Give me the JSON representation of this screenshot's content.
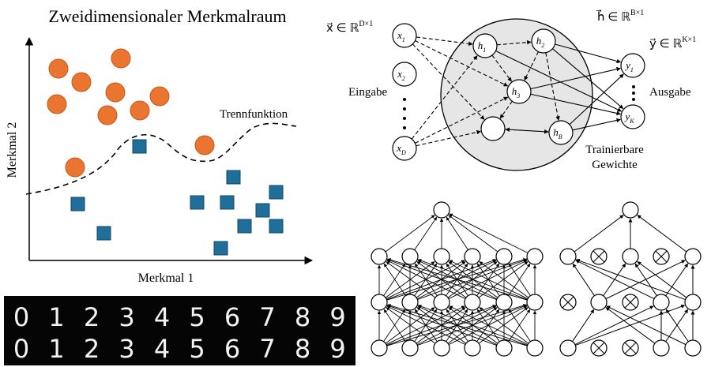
{
  "scatter": {
    "title": "Zweidimensionaler Merkmalraum",
    "xlabel": "Merkmal 1",
    "ylabel": "Merkmal 2",
    "boundary_label": "Trennfunktion",
    "colors": {
      "circle": "#ea7530",
      "square": "#1f6f9a"
    }
  },
  "network": {
    "input_label": "Eingabe",
    "output_label": "Ausgabe",
    "weights_label_line1": "Trainierbare",
    "weights_label_line2": "Gewichte",
    "x_var": "x⃗ ∈ ℝ",
    "x_dim": "D×1",
    "h_var": "h⃗ ∈ ℝ",
    "h_dim": "B×1",
    "y_var": "y⃗ ∈ ℝ",
    "y_dim": "K×1",
    "nodes": {
      "x1": "x",
      "x1_sub": "1",
      "x2": "x",
      "x2_sub": "2",
      "xD": "x",
      "xD_sub": "D",
      "h1": "h",
      "h1_sub": "1",
      "h2": "h",
      "h2_sub": "2",
      "h3": "h",
      "h3_sub": "3",
      "hB": "h",
      "hB_sub": "B",
      "y1": "y",
      "y1_sub": "1",
      "yK": "y",
      "yK_sub": "K"
    }
  },
  "digits": {
    "row1": [
      "0",
      "1",
      "2",
      "3",
      "4",
      "5",
      "6",
      "7",
      "8",
      "9"
    ],
    "row2": [
      "0",
      "1",
      "2",
      "3",
      "4",
      "5",
      "6",
      "7",
      "8",
      "9"
    ]
  }
}
